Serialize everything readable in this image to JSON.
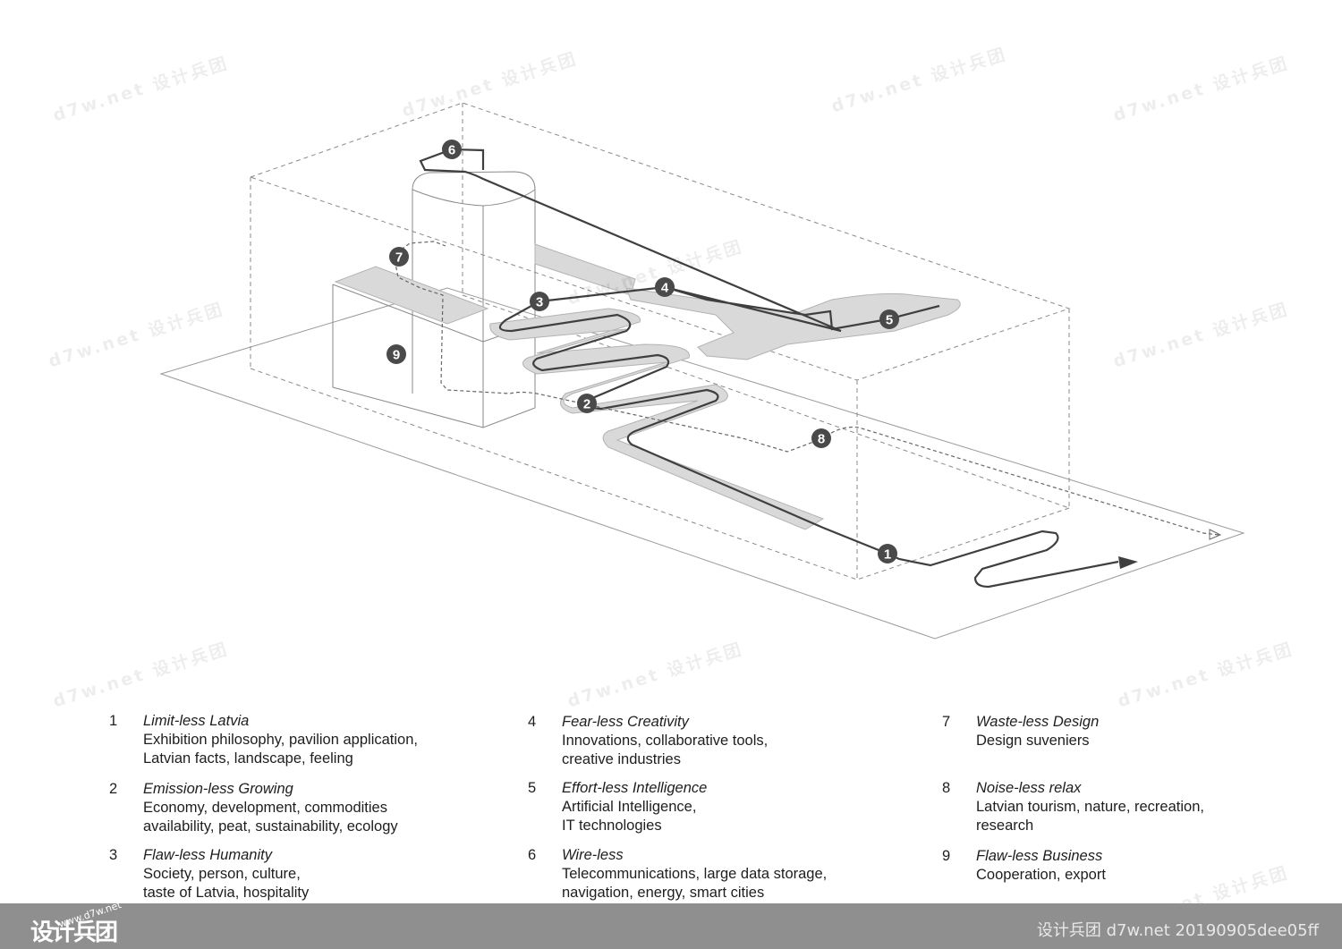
{
  "diagram": {
    "markers": [
      "1",
      "2",
      "3",
      "4",
      "5",
      "6",
      "7",
      "8",
      "9"
    ]
  },
  "legend": [
    {
      "number": "1",
      "title": "Limit-less Latvia",
      "description": "Exhibition philosophy, pavilion application,\nLatvian facts, landscape, feeling"
    },
    {
      "number": "2",
      "title": "Emission-less Growing",
      "description": "Economy, development, commodities\navailability, peat, sustainability, ecology"
    },
    {
      "number": "3",
      "title": "Flaw-less Humanity",
      "description": "Society, person, culture,\ntaste of Latvia, hospitality"
    },
    {
      "number": "4",
      "title": "Fear-less Creativity",
      "description": "Innovations, collaborative tools,\ncreative industries"
    },
    {
      "number": "5",
      "title": "Effort-less Intelligence",
      "description": "Artificial Intelligence,\nIT technologies"
    },
    {
      "number": "6",
      "title": "Wire-less",
      "description": "Telecommunications, large data storage,\nnavigation, energy, smart cities"
    },
    {
      "number": "7",
      "title": "Waste-less Design",
      "description": "Design suveniers"
    },
    {
      "number": "8",
      "title": "Noise-less relax",
      "description": "Latvian tourism, nature, recreation,\nresearch"
    },
    {
      "number": "9",
      "title": "Flaw-less Business",
      "description": "Cooperation, export"
    }
  ],
  "watermark": {
    "text": "d7w.net 设计兵团"
  },
  "footer": {
    "logo_text": "设计兵团",
    "logo_small": "www.d7w.net",
    "right_text": "设计兵团 d7w.net 20190905dee05ff"
  }
}
